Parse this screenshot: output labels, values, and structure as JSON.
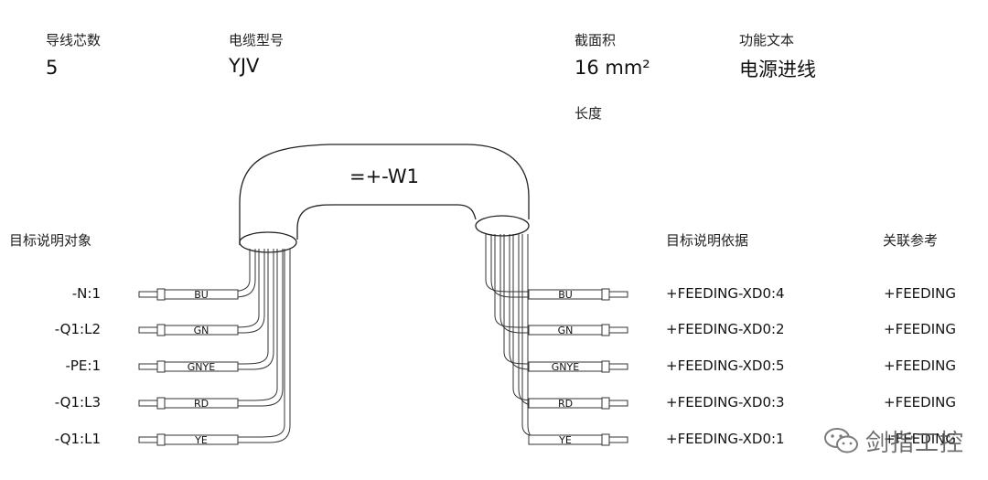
{
  "header": {
    "core_count_label": "导线芯数",
    "core_count_value": "5",
    "cable_type_label": "电缆型号",
    "cable_type_value": "YJV",
    "cross_section_label": "截面积",
    "cross_section_value": "16 mm²",
    "function_label": "功能文本",
    "function_value": "电源进线",
    "length_label": "长度"
  },
  "cable": {
    "tag": "=+-W1"
  },
  "left_side": {
    "title": "目标说明对象",
    "terminals": [
      "-N:1",
      "-Q1:L2",
      "-PE:1",
      "-Q1:L3",
      "-Q1:L1"
    ]
  },
  "right_side": {
    "target_title": "目标说明依据",
    "reference_title": "关联参考",
    "targets": [
      "+FEEDING-XD0:4",
      "+FEEDING-XD0:2",
      "+FEEDING-XD0:5",
      "+FEEDING-XD0:3",
      "+FEEDING-XD0:1"
    ],
    "references": [
      "+FEEDING",
      "+FEEDING",
      "+FEEDING",
      "+FEEDING",
      "+FEEDING"
    ]
  },
  "wires": [
    "BU",
    "GN",
    "GNYE",
    "RD",
    "YE"
  ],
  "watermark": {
    "text": "剑指工控",
    "icon": "wechat-icon"
  }
}
